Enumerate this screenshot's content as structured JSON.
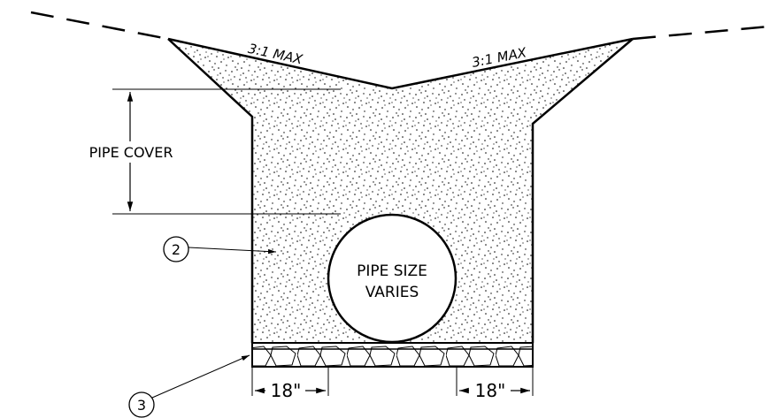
{
  "slope_labels": {
    "left": "3:1 MAX",
    "right": "3:1 MAX"
  },
  "pipe_cover_label": "PIPE COVER",
  "pipe_label": {
    "line1": "PIPE SIZE",
    "line2": "VARIES"
  },
  "callouts": {
    "backfill": "2",
    "bedding": "3"
  },
  "dimensions": {
    "left": "18\"",
    "right": "18\""
  },
  "icons": [
    "circle-callout",
    "arrow-head"
  ]
}
